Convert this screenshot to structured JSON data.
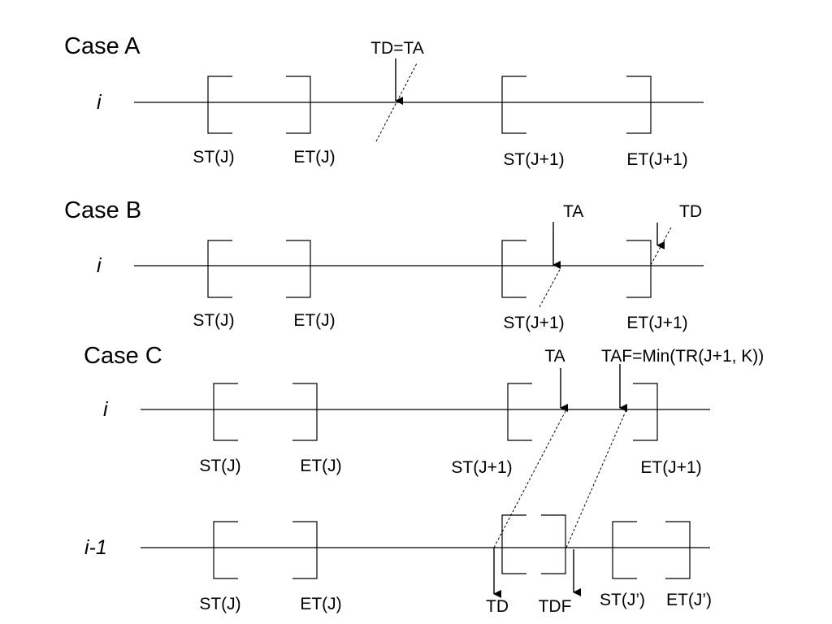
{
  "caseA": {
    "title": "Case A",
    "row": "i",
    "st_j": "ST(J)",
    "et_j": "ET(J)",
    "st_j1": "ST(J+1)",
    "et_j1": "ET(J+1)",
    "td_ta": "TD=TA"
  },
  "caseB": {
    "title": "Case B",
    "row": "i",
    "st_j": "ST(J)",
    "et_j": "ET(J)",
    "st_j1": "ST(J+1)",
    "et_j1": "ET(J+1)",
    "ta": "TA",
    "td": "TD"
  },
  "caseC": {
    "title": "Case C",
    "row_i": "i",
    "row_i1": "i-1",
    "st_j": "ST(J)",
    "et_j": "ET(J)",
    "st_j1": "ST(J+1)",
    "et_j1": "ET(J+1)",
    "ta": "TA",
    "taf": "TAF=Min(TR(J+1, K))",
    "st_j_low": "ST(J)",
    "et_j_low": "ET(J)",
    "td": "TD",
    "tdf": "TDF",
    "st_jp": "ST(J’)",
    "et_jp": "ET(J’)"
  }
}
